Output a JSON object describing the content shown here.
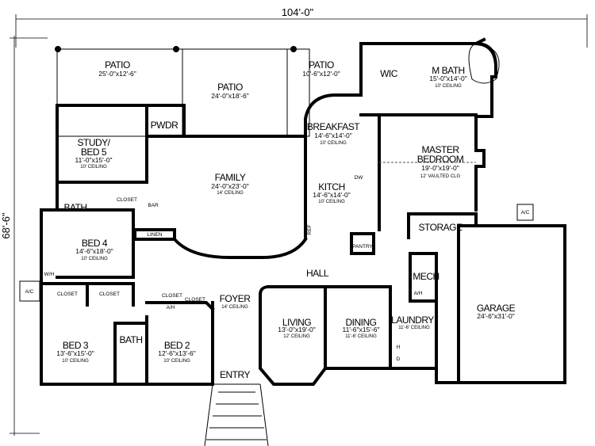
{
  "dimensions": {
    "width": "104'-0\"",
    "depth": "68'-6\""
  },
  "rooms": {
    "patio_left": {
      "name": "PATIO",
      "size": "25'-0\"x12'-6\""
    },
    "patio_center": {
      "name": "PATIO",
      "size": "24'-0\"x18'-6\""
    },
    "patio_right": {
      "name": "PATIO",
      "size": "10'-6\"x12'-0\""
    },
    "wic": {
      "name": "WIC"
    },
    "m_bath": {
      "name": "M BATH",
      "size": "15'-0\"x14'-0\"",
      "ceiling": "10' CEILING"
    },
    "breakfast": {
      "name": "BREAKFAST",
      "size": "14'-6\"x14'-0\"",
      "ceiling": "10' CEILING"
    },
    "master": {
      "name1": "MASTER",
      "name2": "BEDROOM",
      "size": "19'-0\"x19'-0\"",
      "ceiling": "12' VAULTED CLG"
    },
    "study": {
      "name1": "STUDY/",
      "name2": "BED 5",
      "size": "11'-0\"x15'-0\"",
      "ceiling": "10' CEILING"
    },
    "pwdr": {
      "name": "PWDR"
    },
    "family": {
      "name": "FAMILY",
      "size": "24'-0\"x23'-0\"",
      "ceiling": "14' CEILING"
    },
    "kitchen": {
      "name": "KITCH",
      "size": "14'-6\"x14'-0\"",
      "ceiling": "10' CEILING",
      "dw": "DW",
      "ref": "REF"
    },
    "bath_upper": {
      "name": "BATH"
    },
    "closet_study": {
      "name": "CLOSET"
    },
    "bar": {
      "name": "BAR"
    },
    "linen": {
      "name": "LINEN"
    },
    "storage": {
      "name": "STORAGE"
    },
    "ac_right": {
      "name": "A/C"
    },
    "pantry": {
      "name": "PANTRY"
    },
    "hall": {
      "name": "HALL"
    },
    "mech": {
      "name": "MECH",
      "ah": "A/H"
    },
    "bed4": {
      "name": "BED 4",
      "size": "14'-6\"x18'-0\"",
      "ceiling": "10' CEILING"
    },
    "wh": {
      "name": "W/H"
    },
    "ac_left": {
      "name": "A/C"
    },
    "closet_bed3": {
      "name": "CLOSET"
    },
    "closet_bed4": {
      "name": "CLOSET"
    },
    "closet_hall": {
      "name": "CLOSET"
    },
    "closet_bed2": {
      "name": "CLOSET"
    },
    "ah_hall": {
      "name": "A/H"
    },
    "foyer": {
      "name": "FOYER",
      "ceiling": "14' CEILING"
    },
    "living": {
      "name": "LIVING",
      "size": "13'-0\"x19'-0\"",
      "ceiling": "12' CEILING"
    },
    "dining": {
      "name": "DINING",
      "size": "11'-6\"x15'-6\"",
      "ceiling": "11'-6' CEILING"
    },
    "laundry": {
      "name": "LAUNDRY",
      "ceiling": "11'-6' CEILING",
      "d": "D",
      "h": "H"
    },
    "garage": {
      "name": "GARAGE",
      "size": "24'-6\"x31'-0\""
    },
    "bed3": {
      "name": "BED 3",
      "size": "13'-6\"x15'-0\"",
      "ceiling": "10' CEILING"
    },
    "bath_lower": {
      "name": "BATH"
    },
    "bed2": {
      "name": "BED 2",
      "size": "12'-6\"x13'-6\"",
      "ceiling": "10' CEILING"
    },
    "entry": {
      "name": "ENTRY"
    }
  }
}
